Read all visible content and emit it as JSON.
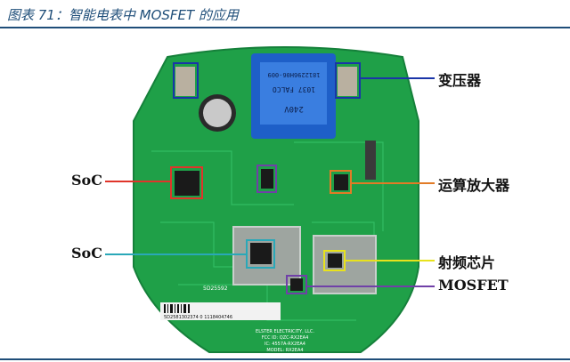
{
  "figure": {
    "caption": "图表 71：智能电表中 MOSFET 的应用"
  },
  "board": {
    "transformer_top_line": "240V",
    "transformer_mid_line": "1037 FALCO",
    "transformer_bottom_line": "1812296H06-009",
    "small_label": "5D25592",
    "barcode_text": "5D2581302374 0 1118404746",
    "maker_text": "ELSTER ELECTRICITY, LLC.",
    "fcc_text": "FCC ID: QZC-RX2EA4",
    "ic_text": "IC: 4557A-RX2EA4",
    "model_text": "MODEL: RX2EA4"
  },
  "annotations": {
    "transformer": "变压器",
    "soc_1": "SoC",
    "soc_2": "SoC",
    "op_amp": "运算放大器",
    "rf_chip": "射频芯片",
    "mosfet": "MOSFET"
  },
  "colors": {
    "transformer": "#1a35a8",
    "soc_1": "#e0342a",
    "soc_2": "#2aa8b8",
    "op_amp": "#e27b26",
    "rf_chip": "#e8e21c",
    "mosfet": "#7040a8",
    "board": "#1fa048"
  }
}
